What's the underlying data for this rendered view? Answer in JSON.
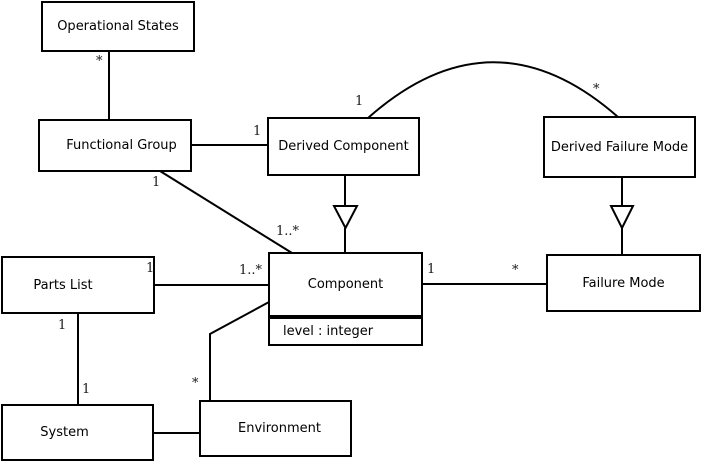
{
  "diagram": {
    "type": "uml-class-diagram",
    "colors": {
      "stroke": "#000000",
      "background": "#ffffff",
      "node_fill": "#ffffff"
    },
    "nodes": {
      "operational_states": {
        "label": "Operational States"
      },
      "functional_group": {
        "label": "Functional Group"
      },
      "derived_component": {
        "label": "Derived Component"
      },
      "derived_failure_mode": {
        "label": "Derived Failure Mode"
      },
      "component": {
        "label": "Component",
        "attributes": [
          "level : integer"
        ]
      },
      "parts_list": {
        "label": "Parts List"
      },
      "failure_mode": {
        "label": "Failure Mode"
      },
      "system": {
        "label": "System"
      },
      "environment": {
        "label": "Environment"
      }
    },
    "multiplicities": {
      "os_fg_star": "*",
      "fg_dc_one": "1",
      "fg_component_one": "1",
      "fg_component_many": "1..*",
      "arc_dc_one": "1",
      "arc_dfm_star": "*",
      "pl_component_one": "1",
      "pl_component_many": "1..*",
      "component_fm_one": "1",
      "component_fm_star": "*",
      "pl_system_one_top": "1",
      "pl_system_one_bottom": "1",
      "env_component_star": "*"
    },
    "edges": [
      {
        "from": "Operational States",
        "to": "Functional Group",
        "type": "association",
        "from_mult": "*"
      },
      {
        "from": "Functional Group",
        "to": "Derived Component",
        "type": "association",
        "to_mult": "1"
      },
      {
        "from": "Functional Group",
        "to": "Component",
        "type": "association",
        "from_mult": "1",
        "to_mult": "1..*"
      },
      {
        "from": "Derived Component",
        "to": "Component",
        "type": "generalization"
      },
      {
        "from": "Derived Component",
        "to": "Derived Failure Mode",
        "type": "association-arc",
        "from_mult": "1",
        "to_mult": "*"
      },
      {
        "from": "Derived Failure Mode",
        "to": "Failure Mode",
        "type": "generalization"
      },
      {
        "from": "Parts List",
        "to": "Component",
        "type": "association",
        "from_mult": "1",
        "to_mult": "1..*"
      },
      {
        "from": "Component",
        "to": "Failure Mode",
        "type": "association",
        "from_mult": "1",
        "to_mult": "*"
      },
      {
        "from": "Parts List",
        "to": "System",
        "type": "association",
        "from_mult": "1",
        "to_mult": "1"
      },
      {
        "from": "Environment",
        "to": "Component",
        "type": "association",
        "from_mult": "*"
      },
      {
        "from": "System",
        "to": "Environment",
        "type": "association"
      }
    ]
  }
}
